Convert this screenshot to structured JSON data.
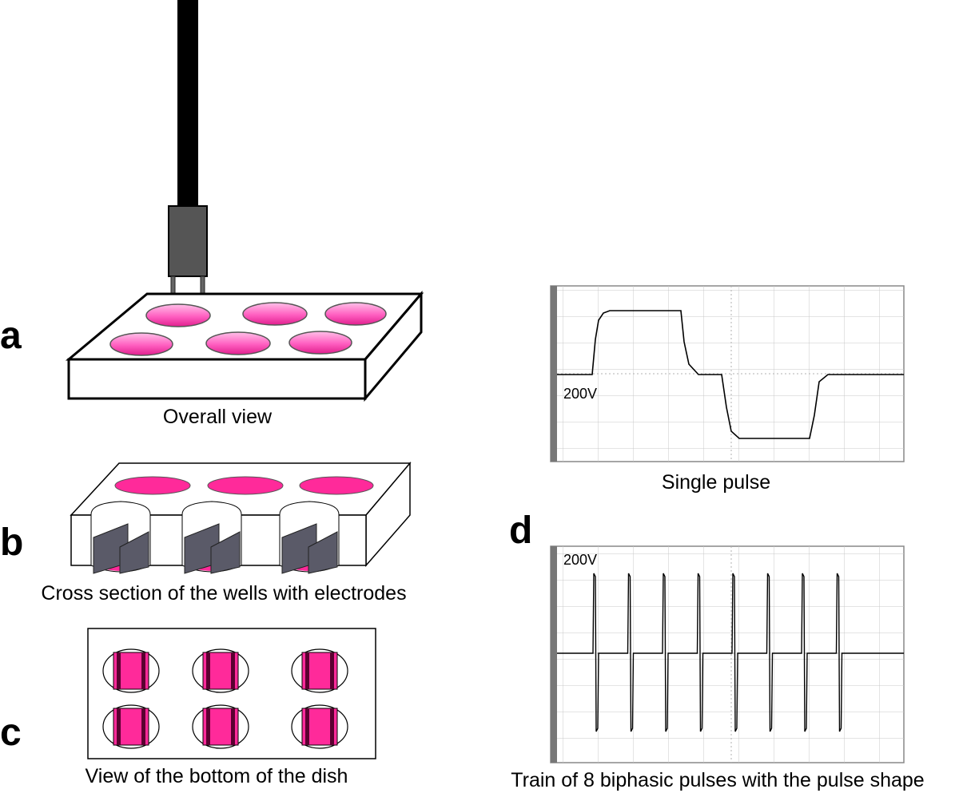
{
  "panels": {
    "a": {
      "letter": "a",
      "caption": "Overall view"
    },
    "b": {
      "letter": "b",
      "caption": "Cross section of the wells with electrodes"
    },
    "c": {
      "letter": "c",
      "caption": "View of the bottom of the dish"
    },
    "d": {
      "letter": "d",
      "top_scope": {
        "voltage_label": "200V",
        "caption": "Single pulse"
      },
      "bottom_scope": {
        "voltage_label": "200V",
        "caption": "Train of 8 biphasic pulses with the pulse shape",
        "pulse_count": 8
      }
    }
  },
  "colors": {
    "well_pink": "#ff2a9a",
    "well_light_pink": "#ff8fd0",
    "electrode_gray": "#5a5a68",
    "cable_black": "#000000",
    "plug_gray": "#555555"
  }
}
